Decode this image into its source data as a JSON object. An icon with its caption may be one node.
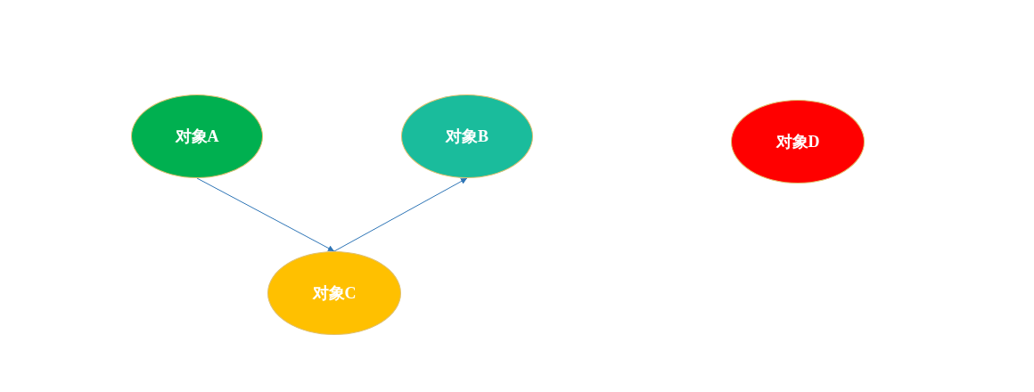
{
  "diagram": {
    "nodes": [
      {
        "text": [
          "对象A"
        ]
      },
      {
        "text": [
          "对象B"
        ]
      },
      {
        "text": [
          "对象C"
        ]
      },
      {
        "text": [
          "对象D"
        ]
      }
    ],
    "edges": [
      {
        "from": 0,
        "to": 2,
        "arrow": "to"
      },
      {
        "from": 2,
        "to": 1,
        "arrow": "to"
      }
    ]
  }
}
